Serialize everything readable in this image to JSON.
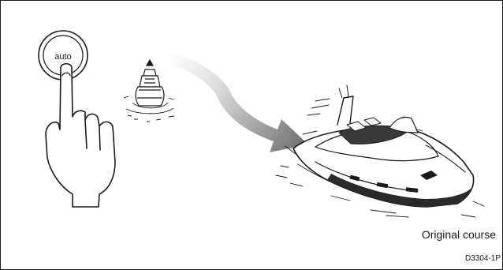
{
  "diagram": {
    "button_label": "auto",
    "caption": "Original course",
    "figure_code": "D3304-1P"
  }
}
